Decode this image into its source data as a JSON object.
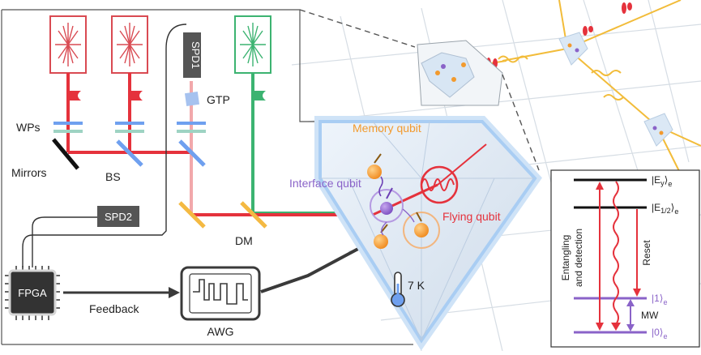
{
  "labels": {
    "spd1": "SPD1",
    "spd2": "SPD2",
    "gtp": "GTP",
    "wps": "WPs",
    "mirrors": "Mirrors",
    "bs": "BS",
    "dm": "DM",
    "fpga": "FPGA",
    "feedback": "Feedback",
    "awg": "AWG",
    "memory_qubit": "Memory qubit",
    "interface_qubit": "Interface qubit",
    "flying_qubit": "Flying qubit",
    "temperature": "7 K"
  },
  "level_diagram": {
    "ey": "|E",
    "ey_sub": "y",
    "ey_tail": "⟩",
    "ey_e": "e",
    "e12": "|E",
    "e12_sub": "1/2",
    "e12_tail": "⟩",
    "e12_e": "e",
    "one": "|1⟩",
    "one_e": "e",
    "zero": "|0⟩",
    "zero_e": "e",
    "entangling": "Entangling",
    "detection": "and detection",
    "reset": "Reset",
    "mw": "MW"
  },
  "colors": {
    "red_laser": "#e5323c",
    "green_laser": "#3cb371",
    "blue_optic": "#6fa0ef",
    "teal_optic": "#9ed3c3",
    "orange": "#f29a2e",
    "purple": "#8a63c8",
    "dark": "#3a3a3a",
    "glow": "#a9cdf3"
  }
}
